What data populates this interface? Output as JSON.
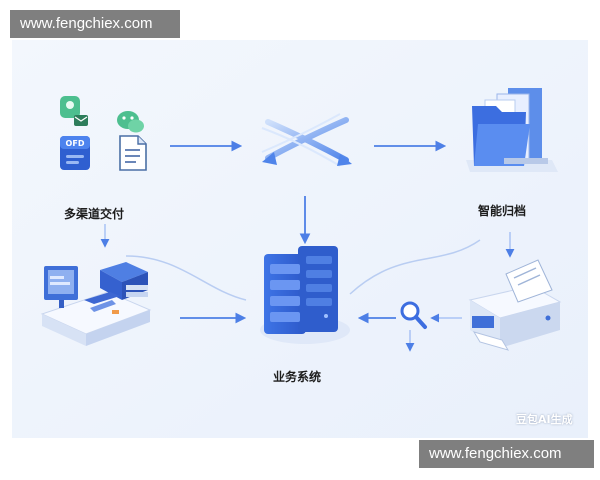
{
  "watermark_top": "www.fengchiex.com",
  "watermark_bottom": "www.fengchiex.com",
  "nodes": {
    "multi_channel": {
      "label": "多渠道交付"
    },
    "archive": {
      "label": "智能归档"
    },
    "business": {
      "label": "业务系统"
    }
  },
  "icons": {
    "ofd_badge": "OFD"
  },
  "ai_mark": "豆包AI生成",
  "colors": {
    "primary_blue": "#3b6fe0",
    "light_blue": "#a9c3f5",
    "arrow_blue": "#4d7fe6",
    "green": "#4dbf8f"
  }
}
